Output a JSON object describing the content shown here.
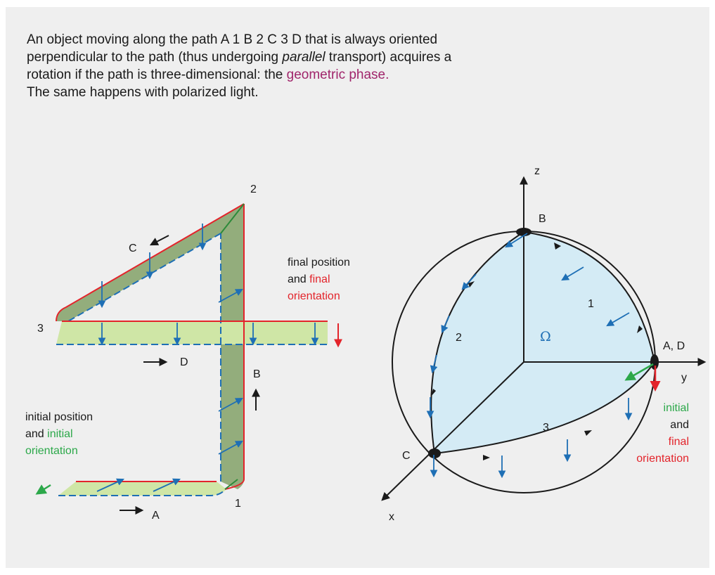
{
  "caption": {
    "line1": "An object moving along the path A 1 B 2 C 3 D that is always oriented",
    "line2_a": "perpendicular to the path (thus undergoing ",
    "line2_em": "parallel",
    "line2_b": " transport) acquires a",
    "line3_a": "rotation if the path is three-dimensional: the ",
    "line3_link": "geometric phase.",
    "line4": "The same happens with polarized light."
  },
  "left_diagram": {
    "path_labels": {
      "A": "A",
      "one": "1",
      "B": "B",
      "two": "2",
      "C": "C",
      "three": "3",
      "D": "D"
    },
    "final_text": {
      "line1": "final position",
      "line2_a": "and ",
      "line2_b": "final",
      "line3": "orientation"
    },
    "initial_text": {
      "line1": "initial position",
      "line2_a": "and ",
      "line2_b": "initial",
      "line3": "orientation"
    }
  },
  "right_diagram": {
    "axis_labels": {
      "z": "z",
      "y": "y",
      "x": "x"
    },
    "vertex_labels": {
      "B": "B",
      "AD": "A, D",
      "C": "C"
    },
    "segment_labels": {
      "one": "1",
      "two": "2",
      "three": "3"
    },
    "solid_angle": "Ω",
    "orientation_text": {
      "initial": "initial",
      "and": "and",
      "final": "final",
      "orientation": "orientation"
    }
  },
  "colors": {
    "background": "#efefef",
    "strip_light": "#cfe6a6",
    "strip_dark": "#93ad7c",
    "edge_red": "#e3242b",
    "edge_blue": "#1e6fb5",
    "edge_green": "#2d8a3a",
    "sphere_fill": "#d4ebf5",
    "arrow_green": "#2ca84a"
  }
}
